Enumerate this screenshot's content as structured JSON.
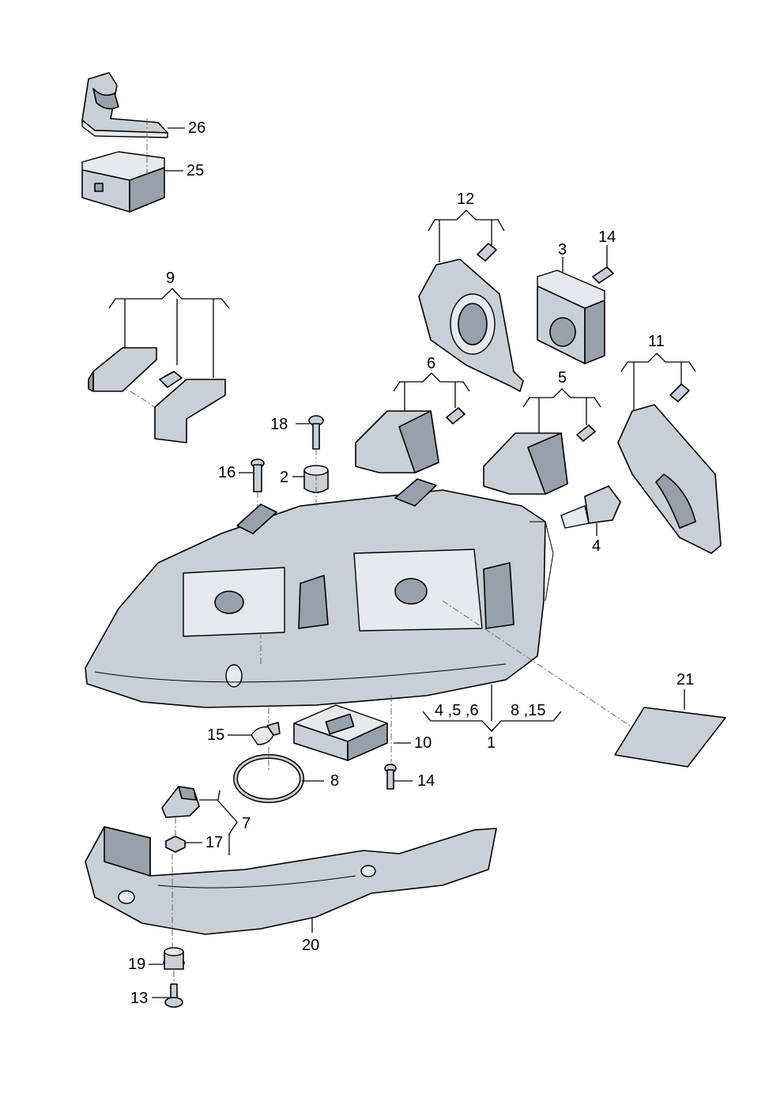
{
  "callouts": {
    "c1": "1",
    "c2": "2",
    "c3": "3",
    "c4": "4",
    "c5": "5",
    "c6": "6",
    "c7": "7",
    "c8": "8",
    "c9": "9",
    "c10": "10",
    "c11": "11",
    "c12": "12",
    "c13": "13",
    "c14a": "14",
    "c14b": "14",
    "c15": "15",
    "c16": "16",
    "c17": "17",
    "c18": "18",
    "c19": "19",
    "c20": "20",
    "c21": "21",
    "c25": "25",
    "c26": "26",
    "c4_5_6": "4 ,5 ,6",
    "c8_15": "8 ,15"
  },
  "colors": {
    "part_fill": "#c9cfd6",
    "part_dark": "#97a1ac",
    "part_light": "#e6e9ed",
    "lines": "#000000"
  }
}
